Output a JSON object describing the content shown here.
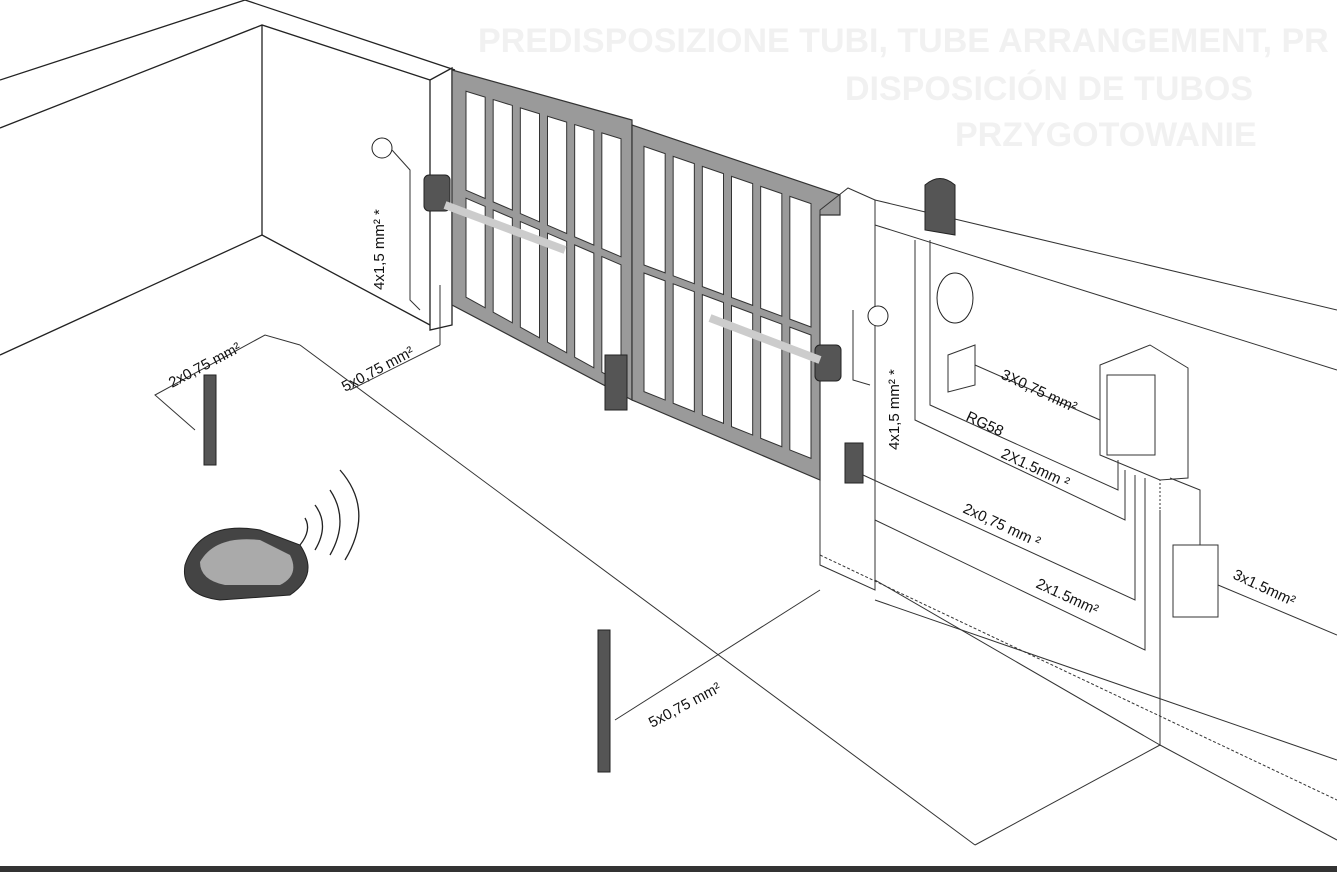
{
  "watermark": {
    "line1": "PREDISPOSIZIONE TUBI, TUBE ARRANGEMENT, PR",
    "line2": "DISPOSICIÓN DE TUBOS",
    "line3": "PRZYGOTOWANIE"
  },
  "cables": {
    "left_motor_vertical": "4x1,5 mm² *",
    "left_photocell": "2x0,75 mm²",
    "left_gate_run": "5x0,75 mm²",
    "right_motor_vertical": "4x1,5 mm² *",
    "selector": "3X0,75 mm²",
    "antenna": "RG58",
    "lamp": "2X1.5mm ²",
    "photocell_right": "2x0,75 mm ²",
    "motor_right": "2x1.5mm²",
    "mains": "3x1.5mm²",
    "front_photocell": "5x0,75 mm²"
  }
}
